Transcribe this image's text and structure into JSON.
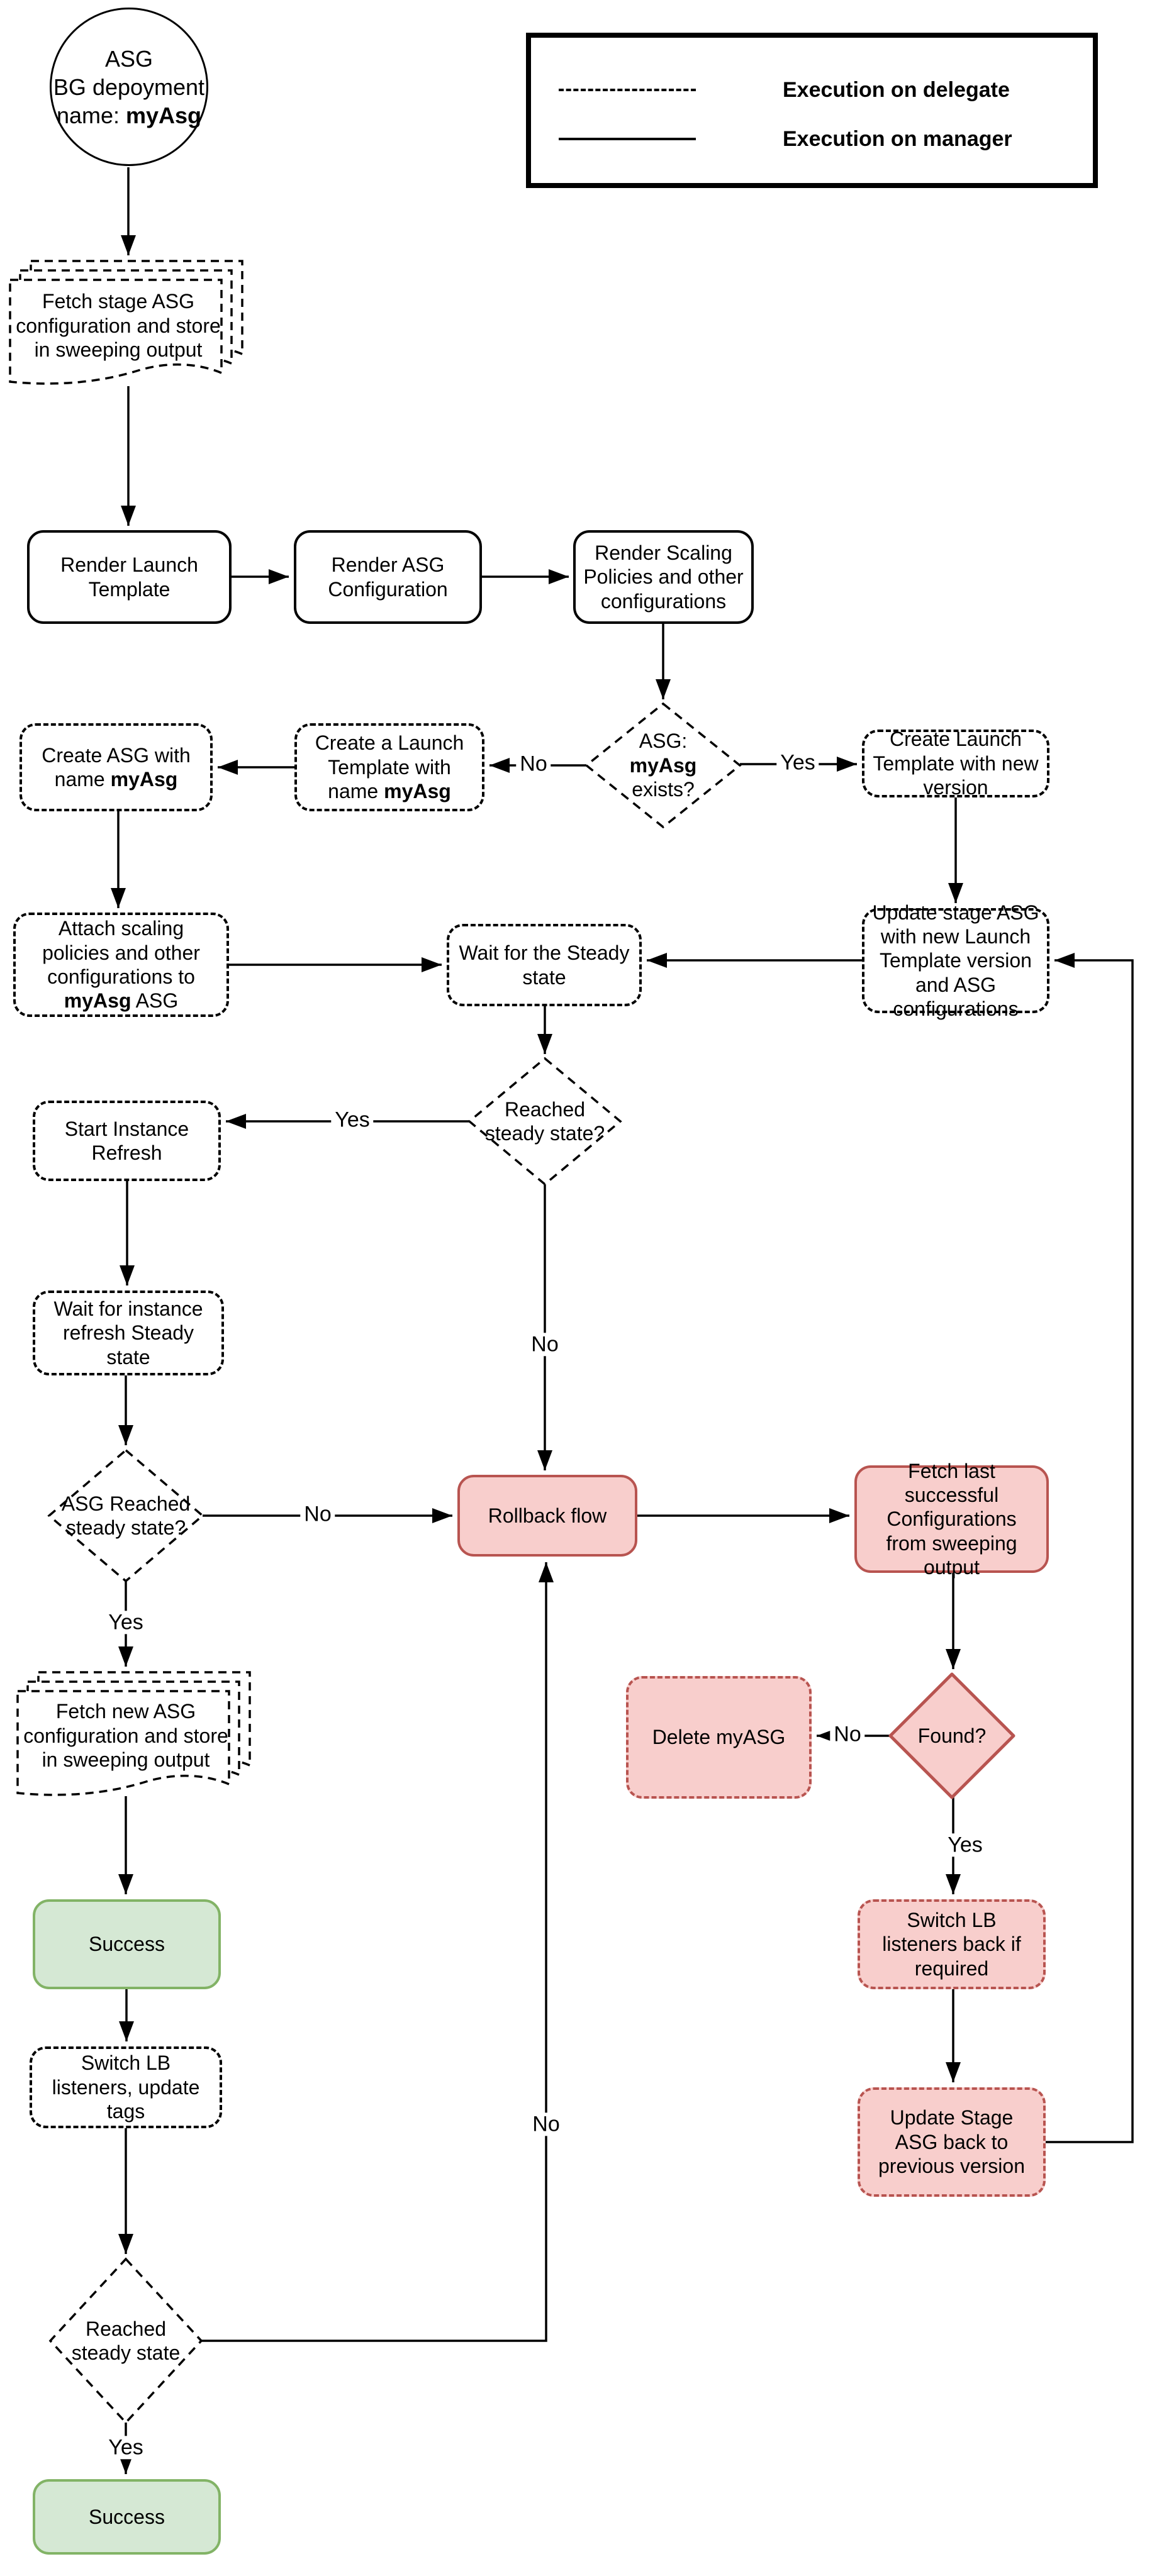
{
  "colors": {
    "pink_fill": "#f8cecc",
    "pink_border": "#b85450",
    "green_fill": "#d5e8d4",
    "green_border": "#82b366",
    "line": "#000000"
  },
  "legend": {
    "items": [
      {
        "style": "dashed",
        "label": "Execution on delegate"
      },
      {
        "style": "solid",
        "label": "Execution on manager"
      }
    ]
  },
  "edge_labels": {
    "yes": "Yes",
    "no": "No"
  },
  "start": {
    "line1": "ASG",
    "line2": "BG depoyment",
    "line3_pre": "name: ",
    "line3_bold": "myAsg"
  },
  "nodes": {
    "fetch_stage_docs": {
      "label": "Fetch stage ASG configuration and store in sweeping output"
    },
    "render_launch_template": {
      "label": "Render Launch Template"
    },
    "render_asg_configuration": {
      "label": "Render ASG Configuration"
    },
    "render_scaling_policies": {
      "label": "Render Scaling Policies and other configurations"
    },
    "asg_exists": {
      "line1": "ASG:",
      "bold": "myAsg",
      "post": " exists?"
    },
    "create_launch_template": {
      "pre": "Create a Launch Template with name ",
      "bold": "myAsg"
    },
    "create_asg": {
      "pre": "Create ASG with name ",
      "bold": "myAsg"
    },
    "create_lt_new_version": {
      "label": "Create Launch Template with new version"
    },
    "update_stage_asg": {
      "label": "Update stage ASG with new Launch Template version and ASG configurations"
    },
    "attach_policies": {
      "pre": "Attach scaling policies and other configurations to ",
      "bold": "myAsg",
      "post": " ASG"
    },
    "wait_steady": {
      "label": "Wait for the Steady state"
    },
    "reached_steady_1": {
      "label": "Reached steady state?"
    },
    "start_instance_refresh": {
      "label": "Start Instance Refresh"
    },
    "wait_instance_refresh": {
      "label": "Wait for instance refresh Steady state"
    },
    "asg_reached_steady": {
      "label": "ASG Reached steady state?"
    },
    "rollback_flow": {
      "label": "Rollback flow"
    },
    "fetch_last_successful": {
      "label": "Fetch last successful Configurations from sweeping output"
    },
    "found": {
      "label": "Found?"
    },
    "delete_myasg": {
      "label": "Delete myASG"
    },
    "switch_lb_back": {
      "label": "Switch LB listeners back if required"
    },
    "update_stage_back": {
      "label": "Update Stage ASG back to previous version"
    },
    "fetch_new_docs": {
      "label": "Fetch new ASG configuration and store in sweeping output"
    },
    "success_1": {
      "label": "Success"
    },
    "switch_lb_update_tags": {
      "label": "Switch LB listeners, update tags"
    },
    "reached_steady_2": {
      "label": "Reached steady state"
    },
    "success_2": {
      "label": "Success"
    }
  }
}
